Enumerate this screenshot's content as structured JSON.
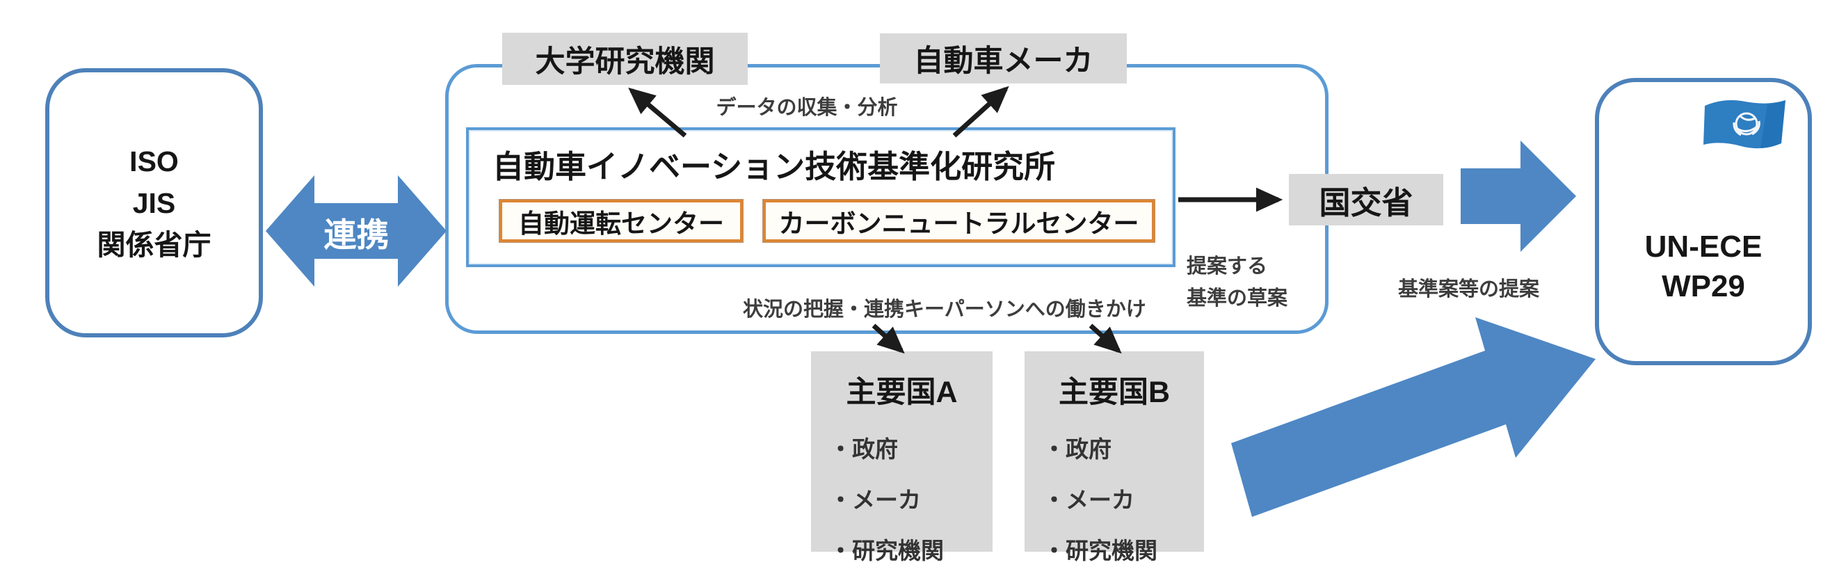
{
  "diagram": {
    "left_box": {
      "line1": "ISO",
      "line2": "JIS",
      "line3": "関係省庁"
    },
    "renkei_arrow_label": "連携",
    "hub": {
      "university_box_label": "大学研究機関",
      "maker_box_label": "自動車メーカ",
      "data_note": "データの収集・分析",
      "institute_title": "自動車イノベーション技術基準化研究所",
      "center_1_label": "自動運転センター",
      "center_2_label": "カーボンニュートラルセンター",
      "situation_note": "状況の把握・連携キーパーソンへの働きかけ"
    },
    "kokudo_box_label": "国交省",
    "proposal_note_line1": "提案する",
    "proposal_note_line2": "基準の草案",
    "kijun_note": "基準案等の提案",
    "unece_box": {
      "line1": "UN-ECE",
      "line2": "WP29",
      "flag_icon": "un-flag"
    },
    "countries": [
      {
        "title": "主要国A",
        "items": [
          "・政府",
          "・メーカ",
          "・研究機関"
        ]
      },
      {
        "title": "主要国B",
        "items": [
          "・政府",
          "・メーカ",
          "・研究機関"
        ]
      }
    ],
    "colors": {
      "arrow_blue": "#4e87c4",
      "border_blue": "#4d81ba",
      "hub_border_blue": "#5b9bd5",
      "gray_box": "#d9d9d9",
      "orange_border": "#dd8634",
      "black_arrow": "#1c1c1c",
      "flag_blue": "#2e7ec2",
      "flag_shade": "#1a6ab0"
    }
  }
}
